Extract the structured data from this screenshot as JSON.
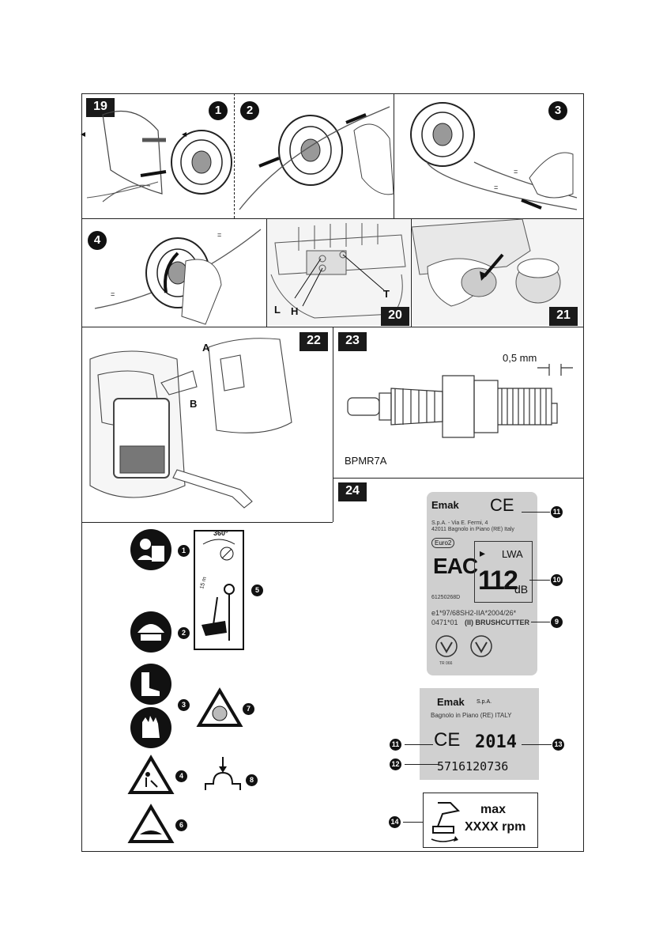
{
  "figures": {
    "f19": "19",
    "f20": "20",
    "f21": "21",
    "f22": "22",
    "f23": "23",
    "f24": "24"
  },
  "steps": {
    "s1": "1",
    "s2": "2",
    "s3": "3",
    "s4": "4"
  },
  "labels": {
    "L": "L",
    "H": "H",
    "T": "T",
    "A": "A",
    "B": "B"
  },
  "spark": {
    "gap": "0,5 mm",
    "model": "BPMR7A"
  },
  "symbols": {
    "n1": "1",
    "n2": "2",
    "n3": "3",
    "n4": "4",
    "n5": "5",
    "n6": "6",
    "n7": "7",
    "n8": "8",
    "angle": "360°",
    "dist": "15 m"
  },
  "plate": {
    "brand": "Emak",
    "ce": "CE",
    "company": "S.p.A. - Via E. Fermi, 4",
    "address": "42011 Bagnolo in Piano (RE) Italy",
    "euro": "Euro2",
    "eac": "EAC",
    "code": "61250268D",
    "lwa": "LWA",
    "noise": "112",
    "db": "dB",
    "approval1": "e1*97/68SH2-IIA*2004/26*",
    "approval2": "0471*01",
    "class": "(II) BRUSHCUTTER",
    "tr": "TR 066",
    "c11": "11",
    "c10": "10",
    "c9": "9"
  },
  "plate2": {
    "brand": "Emak",
    "spa": "S.p.A.",
    "place": "Bagnolo in Piano (RE) ITALY",
    "ce": "CE",
    "year": "2014",
    "serial": "5716120736",
    "c11": "11",
    "c12": "12",
    "c13": "13"
  },
  "rpm": {
    "max": "max",
    "value": "XXXX rpm",
    "c14": "14"
  }
}
